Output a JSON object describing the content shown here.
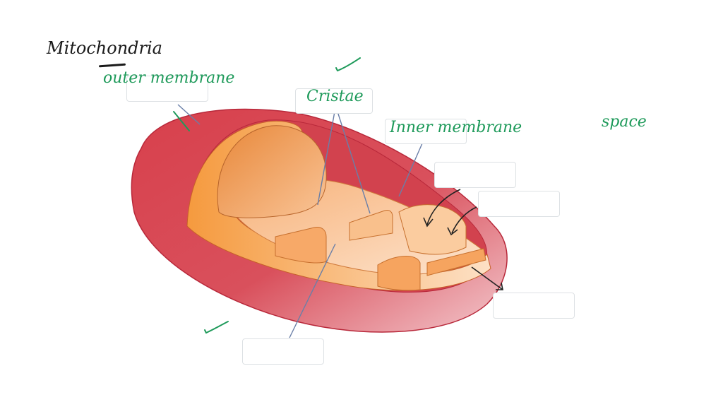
{
  "title": {
    "text": "Mitochondria",
    "color": "#1a1a1a"
  },
  "annotations": {
    "outer_membrane": "outer membrane",
    "cristae": "Cristae",
    "inner_membrane": "Inner membrane",
    "space": "space",
    "ink_color": "#1e9a5a"
  },
  "label_boxes": [
    {
      "id": "outer-membrane",
      "filled_text": "outer membrane"
    },
    {
      "id": "cristae",
      "filled_text": "Cristae"
    },
    {
      "id": "inner-membrane",
      "filled_text": "Inner membrane"
    },
    {
      "id": "blank-1",
      "filled_text": ""
    },
    {
      "id": "blank-2",
      "filled_text": ""
    },
    {
      "id": "blank-3",
      "filled_text": ""
    },
    {
      "id": "blank-4",
      "filled_text": ""
    }
  ],
  "colors": {
    "outer_membrane": "#d23a48",
    "inner_membrane": "#f28b3c",
    "matrix": "#fbd2a8",
    "leader_line": "#6a7fa8",
    "box_border": "#dde1e4"
  }
}
